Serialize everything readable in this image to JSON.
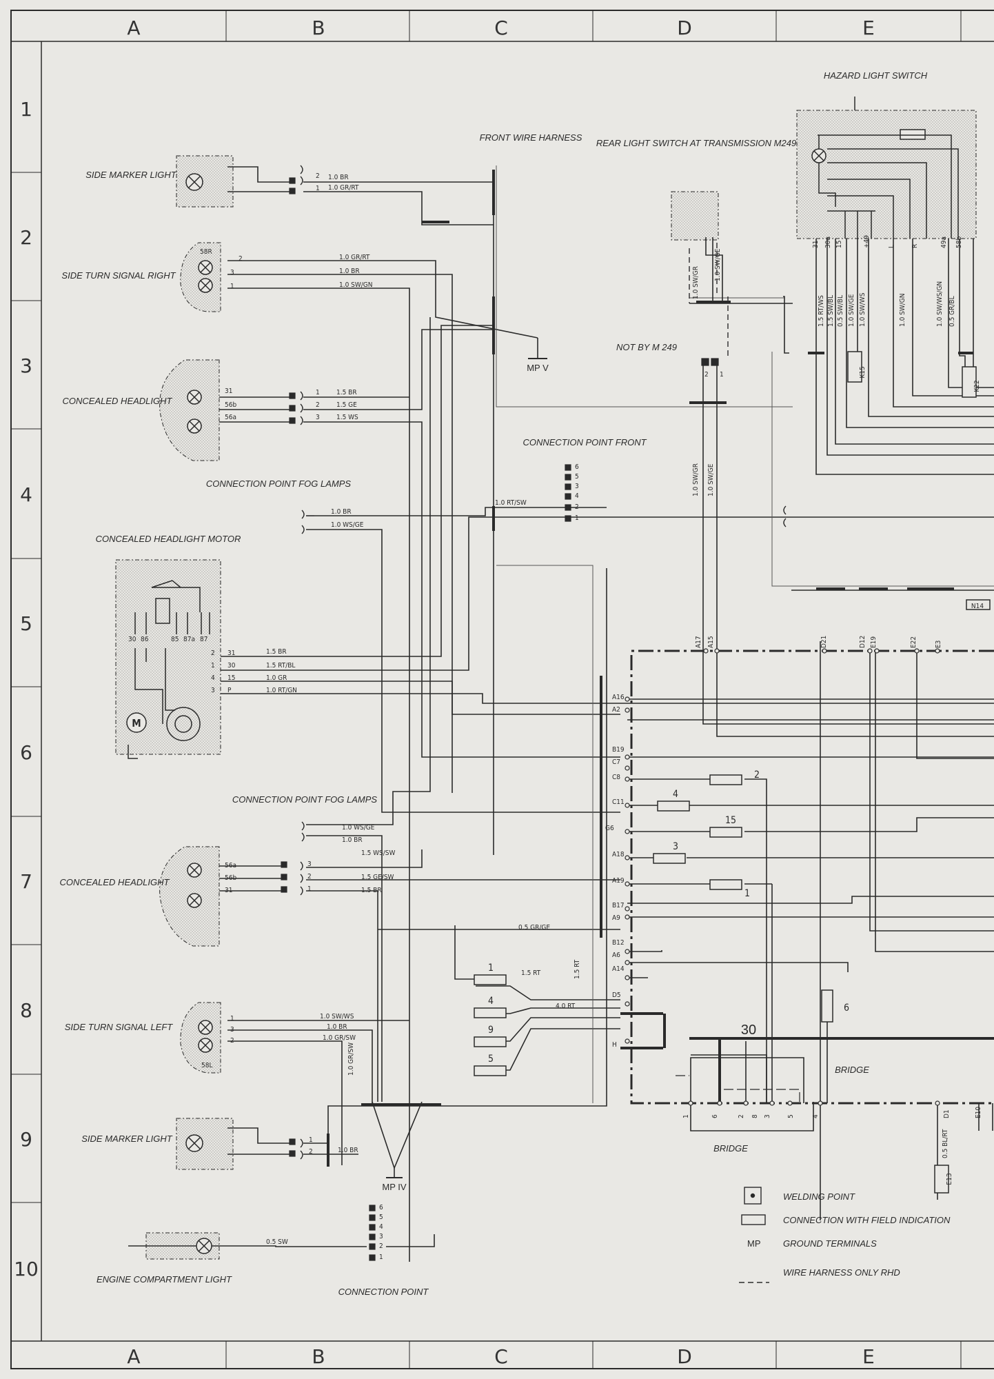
{
  "grid": {
    "columns": [
      "A",
      "B",
      "C",
      "D",
      "E"
    ],
    "rows": [
      "1",
      "2",
      "3",
      "4",
      "5",
      "6",
      "7",
      "8",
      "9",
      "10"
    ]
  },
  "components": {
    "side_marker_top": "SIDE MARKER LIGHT",
    "turn_signal_right": "SIDE TURN SIGNAL RIGHT",
    "headlight_top": "CONCEALED HEADLIGHT",
    "fog_top": "CONNECTION POINT FOG LAMPS",
    "motor": "CONCEALED HEADLIGHT MOTOR",
    "fog_bottom": "CONNECTION POINT FOG LAMPS",
    "headlight_bottom": "CONCEALED HEADLIGHT",
    "turn_signal_left": "SIDE TURN SIGNAL LEFT",
    "side_marker_bottom": "SIDE MARKER LIGHT",
    "engine_light": "ENGINE COMPARTMENT LIGHT",
    "connection_point_bottom": "CONNECTION POINT",
    "front_harness": "FRONT WIRE HARNESS",
    "rear_light_switch": "REAR LIGHT SWITCH AT TRANSMISSION M249",
    "not_by": "NOT BY M 249",
    "connection_point_front": "CONNECTION POINT FRONT",
    "hazard_switch": "HAZARD LIGHT SWITCH",
    "bridge_top": "BRIDGE",
    "bridge_bottom": "BRIDGE",
    "mp_v": "MP V",
    "mp_iv": "MP IV",
    "k15": "K15",
    "k22": "K22",
    "e13": "E13",
    "n14": "N14",
    "bus_30": "30"
  },
  "wires": {
    "w1": "1.0 BR",
    "w2": "1.0 GR/RT",
    "w3": "1.0 GR/RT",
    "w4": "1.0 BR",
    "w5": "1.0 SW/GN",
    "w6": "1.5 BR",
    "w7": "1.5 GE",
    "w8": "1.5 WS",
    "w9": "1.0 BR",
    "w10": "1.0 WS/GE",
    "w11": "1.0 RT/SW",
    "w12": "1.5 BR",
    "w13": "1.5 RT/BL",
    "w14": "1.0 GR",
    "w15": "1.0 RT/GN",
    "w16": "1.0 WS/GE",
    "w17": "1.0 BR",
    "w18": "1.5 WS/SW",
    "w19": "1.5 GE/SW",
    "w20": "1.5 BR",
    "w21": "0.5 GR/GE",
    "w22": "1.0 SW/WS",
    "w23": "1.0 BR",
    "w24": "1.0 GR/SW",
    "w25": "1.0 GR/SW",
    "w26": "1.0 BR",
    "w27": "0.5 SW",
    "w28": "1.5 RT",
    "w29": "1.5 RT",
    "w30": "4.0 RT",
    "w31": "1.0 SW/GR",
    "w32": "1.0 SW/GE",
    "w33": "1.0 SW/GR",
    "w34": "1.0 SW/GE",
    "w35": "0.5 BL/RT",
    "h1": "1.5 RT/WS",
    "h2": "1.5 SW/BL",
    "h3": "0.5 SW/BL",
    "h4": "1.0 SW/GE",
    "h5": "1.0 SW/WS",
    "h6": "1.0 SW/GN",
    "h7": "1.0 SW/WS/GN",
    "h8": "0.5 GR/BL"
  },
  "pins": {
    "sm_top": [
      "2",
      "1"
    ],
    "ts_right": [
      "2",
      "3",
      "1"
    ],
    "ts_right_tags": [
      "58R"
    ],
    "hl_top_tags": [
      "31",
      "56b",
      "56a"
    ],
    "hl_top": [
      "1",
      "2",
      "3"
    ],
    "motor_tags": [
      "30",
      "86",
      "85",
      "87a",
      "87"
    ],
    "motor_side": [
      "2",
      "1",
      "4",
      "3"
    ],
    "motor_terms": [
      "31",
      "30",
      "15",
      "P"
    ],
    "hl_bot_tags": [
      "56a",
      "56b",
      "31"
    ],
    "hl_bot": [
      "3",
      "2",
      "1"
    ],
    "ts_left": [
      "1",
      "3",
      "2"
    ],
    "ts_left_tags": [
      "58L"
    ],
    "sm_bot": [
      "1",
      "2"
    ],
    "cp_front": [
      "6",
      "5",
      "3",
      "4",
      "2",
      "1"
    ],
    "cp_bottom": [
      "6",
      "5",
      "4",
      "3",
      "2",
      "1"
    ],
    "rear_switch": [
      "2",
      "1"
    ],
    "hazard_terms": [
      "31",
      "30a",
      "15",
      "+49",
      "L",
      "R",
      "49a",
      "58b"
    ],
    "top_bus": [
      "A17",
      "A15",
      "D21",
      "D12",
      "E19",
      "E22",
      "E3"
    ],
    "left_bus": [
      "A16",
      "A2",
      "B19",
      "C7",
      "C8",
      "C11",
      "G6",
      "A18",
      "A19",
      "B17",
      "A9",
      "B12",
      "A6",
      "A14",
      "D5",
      "H"
    ],
    "bridge_pins": [
      "1",
      "6",
      "2",
      "8",
      "3",
      "5",
      "4"
    ],
    "bottom_right": [
      "D1",
      "E10"
    ]
  },
  "fuses": {
    "f2": "2",
    "f4": "4",
    "f15": "15",
    "f3": "3",
    "f1": "1",
    "f6": "6",
    "c1": "1",
    "c4": "4",
    "c9": "9",
    "c5": "5"
  },
  "legend": {
    "weld": "WELDING POINT",
    "field": "CONNECTION WITH FIELD INDICATION",
    "mp_sym": "MP",
    "mp": "GROUND TERMINALS",
    "rhd": "WIRE HARNESS ONLY RHD"
  },
  "colors": {
    "ink": "#2a2a2a",
    "paper": "#e9e8e4",
    "shade": "#bdbdb8"
  }
}
